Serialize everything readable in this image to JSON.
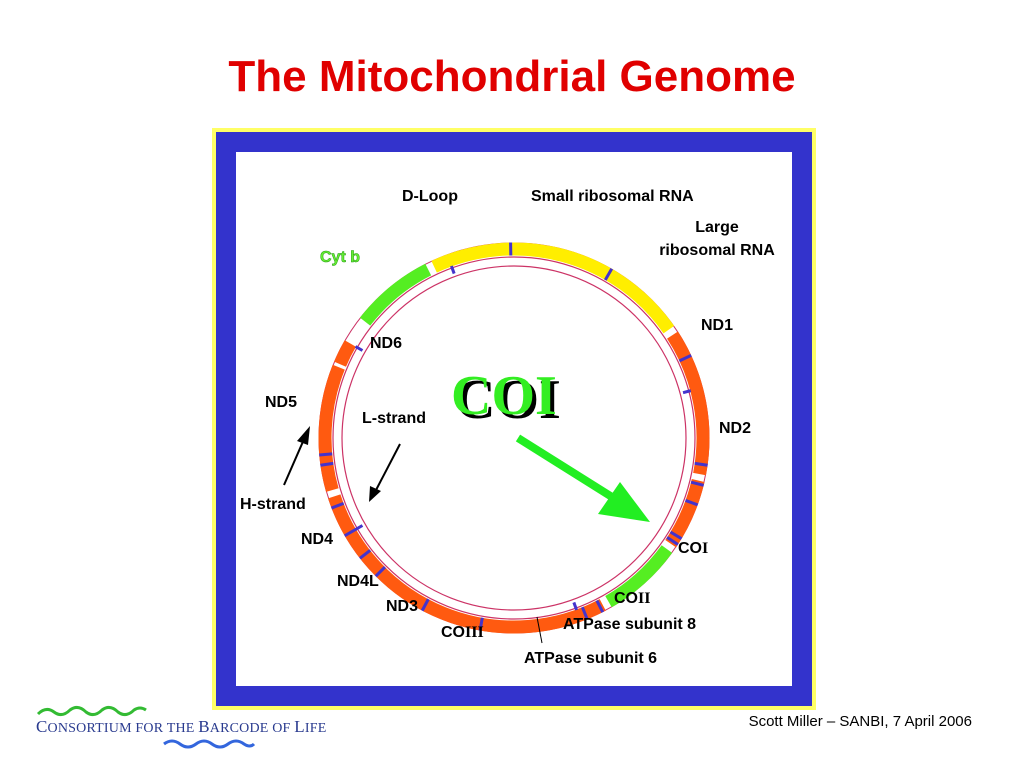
{
  "slide": {
    "title": "The Mitochondrial Genome",
    "footer": "Scott Miller – SANBI, 7 April 2006"
  },
  "logo": {
    "first": "C",
    "first_rest": "ONSORTIUM FOR THE ",
    "second": "B",
    "second_rest": "ARCODE OF ",
    "third": "L",
    "third_rest": "IFE"
  },
  "diagram": {
    "labels": {
      "d_loop": "D-Loop",
      "small_rrna": "Small ribosomal RNA",
      "large_rrna_1": "Large",
      "large_rrna_2": "ribosomal RNA",
      "cyt_b": "Cyt b",
      "nd1": "ND1",
      "nd6": "ND6",
      "nd5": "ND5",
      "nd2": "ND2",
      "l_strand": "L-strand",
      "h_strand": "H-strand",
      "nd4": "ND4",
      "nd4l": "ND4L",
      "nd3": "ND3",
      "co1_prefix": "CO",
      "co1_roman": "I",
      "co2_prefix": "CO",
      "co2_roman": "II",
      "co3_prefix": "CO",
      "co3_roman": "III",
      "atpase8": "ATPase subunit 8",
      "atpase6": "ATPase subunit 6",
      "big_co": "CO",
      "big_roman": "I"
    },
    "colors": {
      "frame_yellow": "#ffff66",
      "frame_blue": "#3333cc",
      "rrna_yellow": "#ffee00",
      "cyt_green": "#55ee22",
      "coding_orange": "#ff5a10",
      "tick_blue": "#4433cc",
      "ring_pink": "#cc3366",
      "arrow_green": "#22ee22",
      "title_red": "#e00000"
    }
  }
}
